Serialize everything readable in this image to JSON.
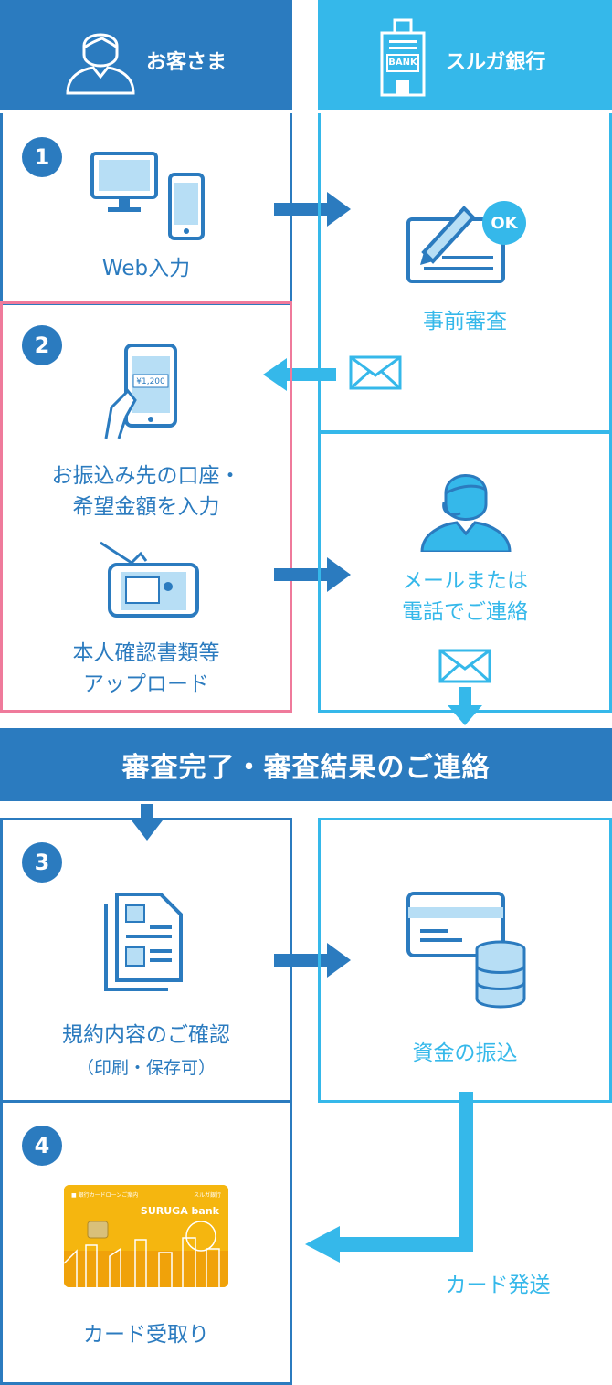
{
  "header": {
    "customer_label": "お客さま",
    "bank_label": "スルガ銀行",
    "bank_sign": "BANK"
  },
  "steps": [
    {
      "number": "1",
      "label": "Web入力"
    },
    {
      "number": "2",
      "label_line1": "お振込み先の口座・",
      "label_line2": "希望金額を入力",
      "phone_amount": "¥1,200",
      "upload_line1": "本人確認書類等",
      "upload_line2": "アップロード"
    },
    {
      "number": "3",
      "label": "規約内容のご確認",
      "sub": "（印刷・保存可）"
    },
    {
      "number": "4",
      "label": "カード受取り"
    }
  ],
  "bank_steps": {
    "screening": "事前審査",
    "ok_badge": "OK",
    "contact_line1": "メールまたは",
    "contact_line2": "電話でご連絡",
    "transfer": "資金の振込",
    "card_shipping": "カード発送"
  },
  "banner": "審査完了・審査結果のご連絡",
  "card": {
    "brand": "SURUGA bank",
    "issuer_small": "スルガ銀行",
    "top_small": "■ 銀行カードローンご案内"
  },
  "colors": {
    "customer_blue": "#2b7bbf",
    "bank_light_blue": "#35b8ea",
    "highlight_pink": "#ef7a9b",
    "card_yellow": "#f5b60f"
  },
  "icons": [
    "person-icon",
    "bank-building-icon",
    "computer-icon",
    "smartphone-icon",
    "form-pen-icon",
    "ok-badge-icon",
    "mail-icon",
    "phone-hand-icon",
    "id-upload-icon",
    "operator-icon",
    "document-icon",
    "credit-card-coins-icon",
    "suruga-card-image",
    "arrow-right-icon",
    "arrow-left-icon",
    "arrow-down-icon"
  ]
}
